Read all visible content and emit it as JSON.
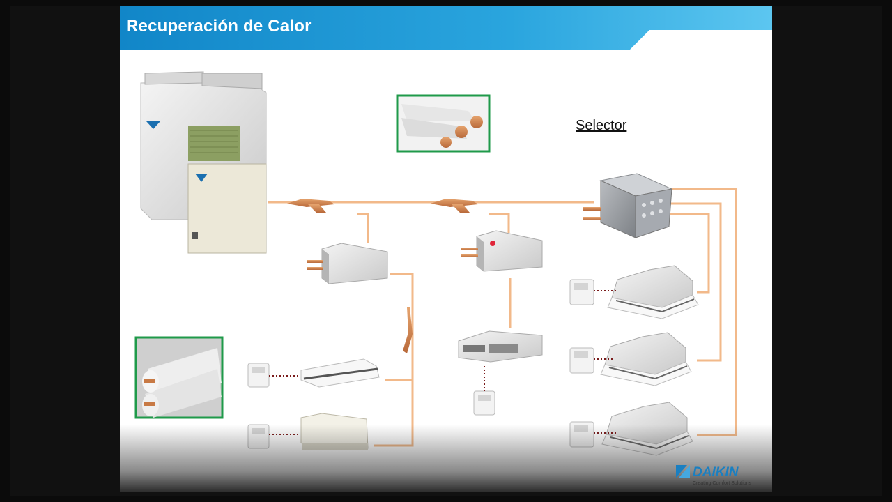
{
  "slide": {
    "title": "Recuperación de Calor",
    "selector_label": "Selector",
    "brand": "DAIKIN",
    "brand_tagline": "Creating Comfort Solutions"
  },
  "colors": {
    "header_dark": "#1186c8",
    "header_light": "#5cc6f0",
    "pipe": "#f2b98a",
    "photo_border": "#1f9a4a",
    "brand_blue": "#1a7fc1"
  },
  "icons": [
    "outdoor-unit-icon",
    "copper-pipe-photo",
    "insulated-pipe-photo",
    "bs-selector-box-icon",
    "ducted-unit-icon",
    "ceiling-suspended-unit-icon",
    "floor-standing-unit-icon",
    "cassette-unit-icon",
    "remote-controller-icon",
    "refnet-joint-icon"
  ]
}
